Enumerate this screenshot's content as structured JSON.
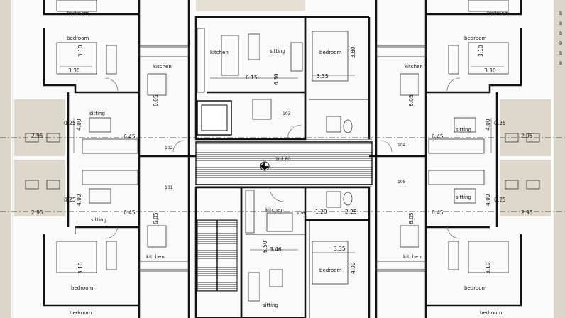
{
  "labels": {
    "bedroom": "bedroom",
    "kitchen": "kitchen",
    "sitting": "sitting"
  },
  "dims": {
    "d310": "3.10",
    "d330": "3.30",
    "d380": "3.80",
    "d335": "3.35",
    "d400": "4.00",
    "d605": "6.05",
    "d615": "6.15",
    "d650": "6.50",
    "d645": "6.45",
    "d295": "2.95",
    "d025": "0.25",
    "d346": "3.46",
    "d120": "1.20",
    "d225": "2.25"
  },
  "units": {
    "u101": "101",
    "u102": "102",
    "u103": "103",
    "u104": "104",
    "u105": "105",
    "u106": "106"
  },
  "level": "101.60",
  "axis_marks": [
    "B",
    "B",
    "B",
    "B",
    "B",
    "B"
  ]
}
